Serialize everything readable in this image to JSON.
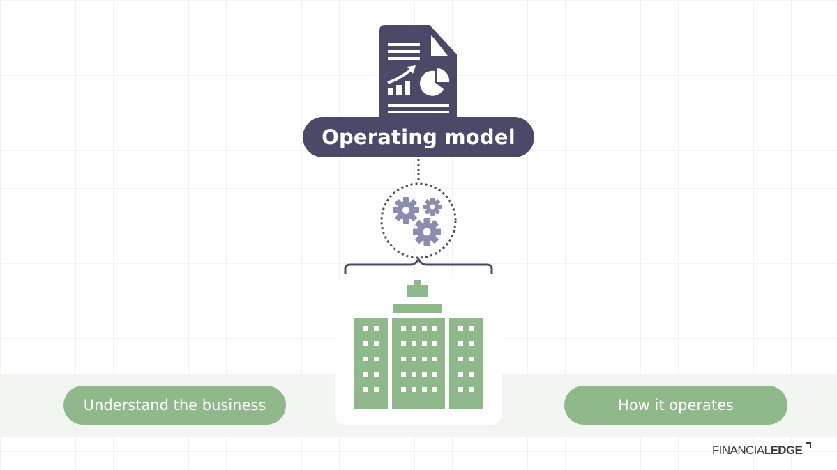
{
  "diagram": {
    "top_node": {
      "label": "Operating model",
      "icon": "report-document-icon"
    },
    "middle_node": {
      "icon": "gears-icon"
    },
    "bottom_node": {
      "icon": "office-building-icon"
    },
    "left_label": "Understand the business",
    "right_label": "How it operates"
  },
  "brand": {
    "logo_text_light": "FINANCIAL",
    "logo_text_bold": "EDGE"
  },
  "colors": {
    "dark_navy": "#4a4967",
    "green": "#8fb98a",
    "gear_purple": "#8c8cb0",
    "band_gray": "#f3f5f3"
  }
}
